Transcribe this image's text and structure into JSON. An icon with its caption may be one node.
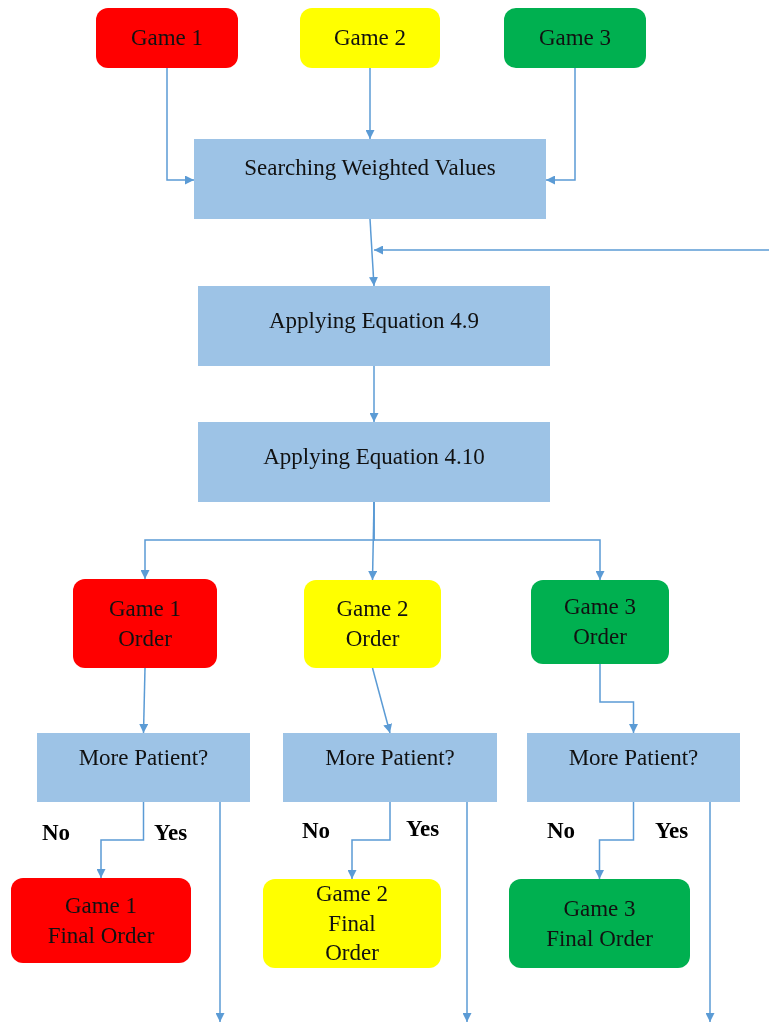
{
  "diagram": {
    "nodes": [
      {
        "text": [
          "Game 1"
        ]
      },
      {
        "text": [
          "Game 2"
        ]
      },
      {
        "text": [
          "Game 3"
        ]
      },
      {
        "text": [
          "Searching Weighted Values"
        ]
      },
      {
        "text": [
          "Applying Equation 4.9"
        ]
      },
      {
        "text": [
          "Applying Equation 4.10"
        ]
      },
      {
        "text": [
          "Game 1 Order"
        ]
      },
      {
        "text": [
          "Game 2 Order"
        ]
      },
      {
        "text": [
          "Game 3 Order"
        ]
      },
      {
        "text": [
          "More Patient?"
        ]
      },
      {
        "text": [
          "More Patient?"
        ]
      },
      {
        "text": [
          "More Patient?"
        ]
      },
      {
        "text": [
          "Game 1 Final Order"
        ]
      },
      {
        "text": [
          "Game 2 Final Order"
        ]
      },
      {
        "text": [
          "Game 3 Final Order"
        ]
      }
    ],
    "edges": [
      {
        "from": 0,
        "to": 3,
        "arrow": "to"
      },
      {
        "from": 1,
        "to": 3,
        "arrow": "to"
      },
      {
        "from": 2,
        "to": 3,
        "arrow": "to"
      },
      {
        "from": 3,
        "to": 4,
        "arrow": "to"
      },
      {
        "from": null,
        "to": 4,
        "arrow": "to"
      },
      {
        "from": 4,
        "to": 5,
        "arrow": "to"
      },
      {
        "from": 5,
        "to": 6,
        "arrow": "to"
      },
      {
        "from": 5,
        "to": 7,
        "arrow": "to"
      },
      {
        "from": 5,
        "to": 8,
        "arrow": "to"
      },
      {
        "from": 6,
        "to": 9,
        "arrow": "to"
      },
      {
        "from": 7,
        "to": 10,
        "arrow": "to"
      },
      {
        "from": 8,
        "to": 11,
        "arrow": "to"
      },
      {
        "from": 9,
        "to": 12,
        "arrow": "to",
        "label": "No"
      },
      {
        "from": 9,
        "to": null,
        "arrow": "to",
        "label": "Yes"
      },
      {
        "from": 10,
        "to": 13,
        "arrow": "to",
        "label": "No"
      },
      {
        "from": 10,
        "to": null,
        "arrow": "to",
        "label": "Yes"
      },
      {
        "from": 11,
        "to": 14,
        "arrow": "to",
        "label": "No"
      },
      {
        "from": 11,
        "to": null,
        "arrow": "to",
        "label": "Yes"
      }
    ]
  }
}
